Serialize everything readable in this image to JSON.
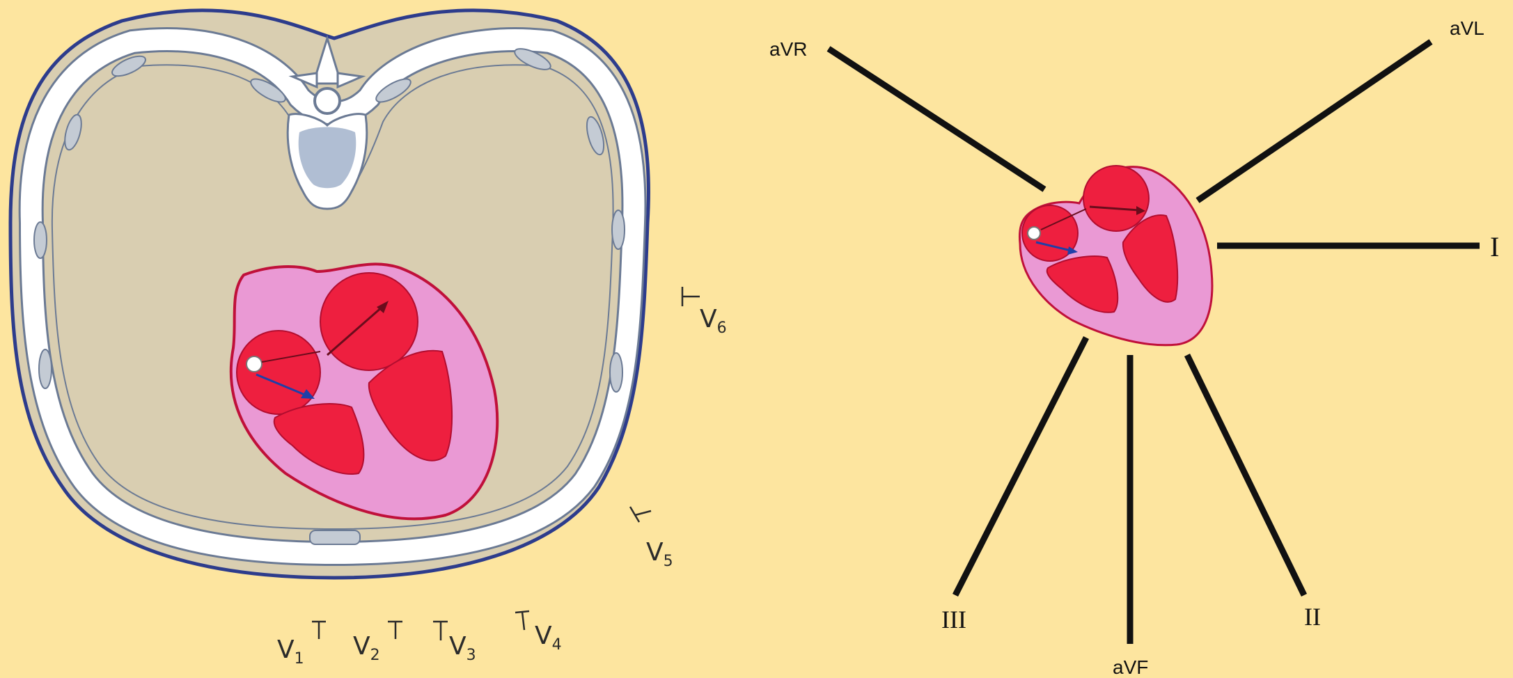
{
  "colors": {
    "background": "#fde59f",
    "body_fill": "#d9ceb1",
    "body_outline": "#2d3c8c",
    "bone": "#ffffff",
    "bone_outline": "#6b7a94",
    "heart_outer": "#ea99d4",
    "heart_outline": "#c0103a",
    "chamber": "#ee1f3f",
    "axis_arrow": "#1f3fa8",
    "lead_line": "#111111"
  },
  "precordial_leads": {
    "v1": {
      "letter": "V",
      "sub": "1"
    },
    "v2": {
      "letter": "V",
      "sub": "2"
    },
    "v3": {
      "letter": "V",
      "sub": "3"
    },
    "v4": {
      "letter": "V",
      "sub": "4"
    },
    "v5": {
      "letter": "V",
      "sub": "5"
    },
    "v6": {
      "letter": "V",
      "sub": "6"
    }
  },
  "limb_leads": {
    "avr": "aVR",
    "avl": "aVL",
    "i": "I",
    "ii": "II",
    "iii": "III",
    "avf": "aVF"
  }
}
